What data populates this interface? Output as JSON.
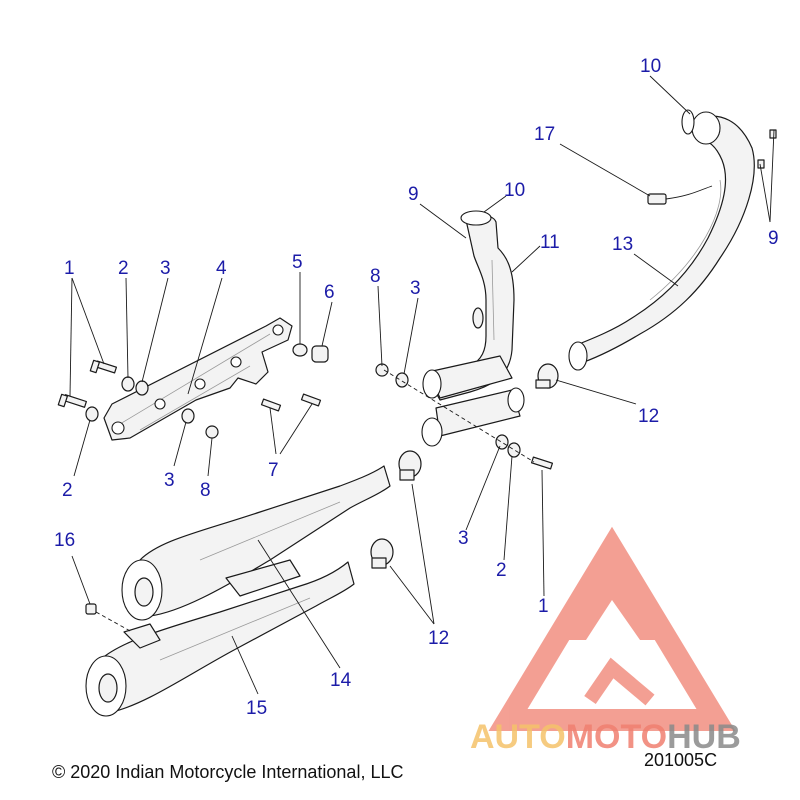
{
  "callouts": [
    {
      "id": "c1a",
      "text": "1"
    },
    {
      "id": "c2a",
      "text": "2"
    },
    {
      "id": "c3a",
      "text": "3"
    },
    {
      "id": "c4",
      "text": "4"
    },
    {
      "id": "c5",
      "text": "5"
    },
    {
      "id": "c6",
      "text": "6"
    },
    {
      "id": "c2b",
      "text": "2"
    },
    {
      "id": "c3b",
      "text": "3"
    },
    {
      "id": "c8a",
      "text": "8"
    },
    {
      "id": "c7",
      "text": "7"
    },
    {
      "id": "c8b",
      "text": "8"
    },
    {
      "id": "c3c",
      "text": "3"
    },
    {
      "id": "c9a",
      "text": "9"
    },
    {
      "id": "c10a",
      "text": "10"
    },
    {
      "id": "c11",
      "text": "11"
    },
    {
      "id": "c10b",
      "text": "10"
    },
    {
      "id": "c17",
      "text": "17"
    },
    {
      "id": "c13",
      "text": "13"
    },
    {
      "id": "c9b",
      "text": "9"
    },
    {
      "id": "c12a",
      "text": "12"
    },
    {
      "id": "c3d",
      "text": "3"
    },
    {
      "id": "c2c",
      "text": "2"
    },
    {
      "id": "c1b",
      "text": "1"
    },
    {
      "id": "c12b",
      "text": "12"
    },
    {
      "id": "c16",
      "text": "16"
    },
    {
      "id": "c14",
      "text": "14"
    },
    {
      "id": "c15",
      "text": "15"
    }
  ],
  "footer": {
    "copyright": "© 2020 Indian Motorcycle International, LLC",
    "figure_code": "201005C"
  },
  "watermark": {
    "part1": "AUTO",
    "part2": "MOTO",
    "part3": "HUB",
    "color_primary": "#f08070",
    "color_secondary": "#f5c36a",
    "color_dark": "#8a8a8a"
  }
}
